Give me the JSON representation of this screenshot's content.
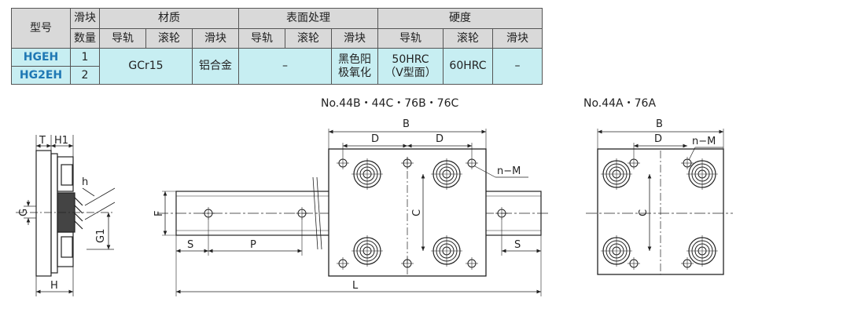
{
  "table": {
    "col_model": "型号",
    "col_slider_count_l1": "滑块",
    "col_slider_count_l2": "数量",
    "group_material": "材质",
    "group_surface": "表面处理",
    "group_hardness": "硬度",
    "sub_guide": "导轨",
    "sub_roller": "滚轮",
    "sub_slider": "滑块",
    "rows": [
      {
        "model": "HGEH",
        "count": "1"
      },
      {
        "model": "HG2EH",
        "count": "2"
      }
    ],
    "mat_guide_roller": "GCr15",
    "mat_slider": "铝合金",
    "surf_guide_roller": "–",
    "surf_slider_l1": "黑色阳",
    "surf_slider_l2": "极氧化",
    "hard_guide_l1": "50HRC",
    "hard_guide_l2": "（V型面）",
    "hard_roller": "60HRC",
    "hard_slider": "–"
  },
  "titles": {
    "view_b": "No.44B・44C・76B・76C",
    "view_a": "No.44A・76A"
  },
  "dims": {
    "T": "T",
    "H1": "H1",
    "h": "h",
    "G": "G",
    "G1": "G1",
    "H": "H",
    "F": "F",
    "S": "S",
    "P": "P",
    "L": "L",
    "B": "B",
    "D": "D",
    "C": "C",
    "nM": "n−M"
  }
}
